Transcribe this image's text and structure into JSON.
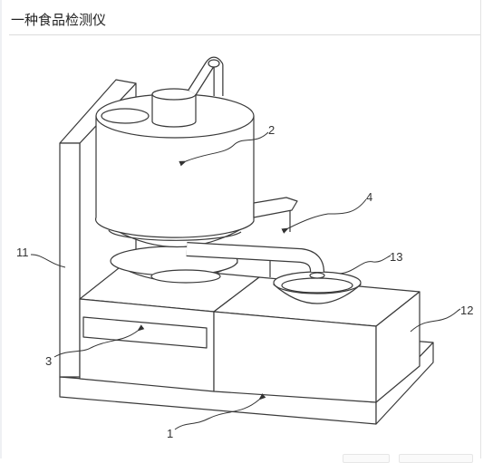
{
  "page": {
    "title": "一种食品检测仪"
  },
  "figure": {
    "labels": {
      "base": "1",
      "tank": "2",
      "drawer": "3",
      "pipe": "4",
      "board": "11",
      "right_box": "12",
      "bowl": "13"
    }
  }
}
